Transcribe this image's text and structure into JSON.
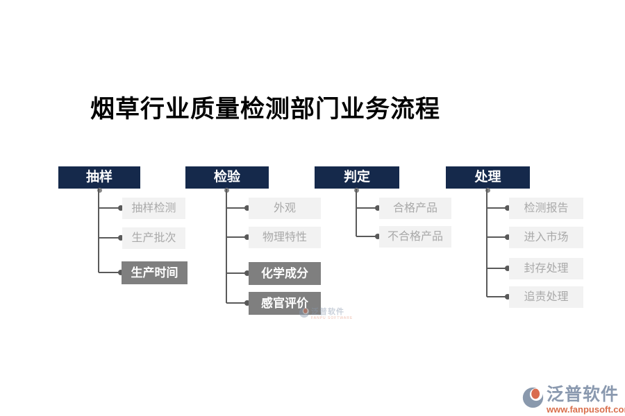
{
  "title": "烟草行业质量检测部门业务流程",
  "colors": {
    "title_text": "#000000",
    "header_bg": "#15294B",
    "header_text": "#FFFFFF",
    "item_light_bg": "#F2F2F2",
    "item_light_text": "#A9A9A9",
    "item_dark_bg": "#7F7F7F",
    "item_dark_text": "#FFFFFF",
    "connector": "#595959",
    "brand_text": "#8A99AF",
    "brand_url": "#D96F4C"
  },
  "columns": [
    {
      "header": "抽样",
      "items": [
        {
          "label": "抽样检测",
          "variant": "light"
        },
        {
          "label": "生产批次",
          "variant": "light"
        },
        {
          "label": "生产时间",
          "variant": "dark"
        }
      ]
    },
    {
      "header": "检验",
      "items": [
        {
          "label": "外观",
          "variant": "light"
        },
        {
          "label": "物理特性",
          "variant": "light"
        },
        {
          "label": "化学成分",
          "variant": "dark"
        },
        {
          "label": "感官评价",
          "variant": "dark"
        }
      ]
    },
    {
      "header": "判定",
      "items": [
        {
          "label": "合格产品",
          "variant": "light"
        },
        {
          "label": "不合格产品",
          "variant": "light"
        }
      ]
    },
    {
      "header": "处理",
      "items": [
        {
          "label": "检测报告",
          "variant": "light"
        },
        {
          "label": "进入市场",
          "variant": "light"
        },
        {
          "label": "封存处理",
          "variant": "light"
        },
        {
          "label": "追责处理",
          "variant": "light"
        }
      ]
    }
  ],
  "watermark": {
    "brand": "泛普软件",
    "subtitle": "FANPU SOFTWARE"
  },
  "logo": {
    "brand": "泛普软件",
    "url": "www.fanpusoft.com"
  }
}
